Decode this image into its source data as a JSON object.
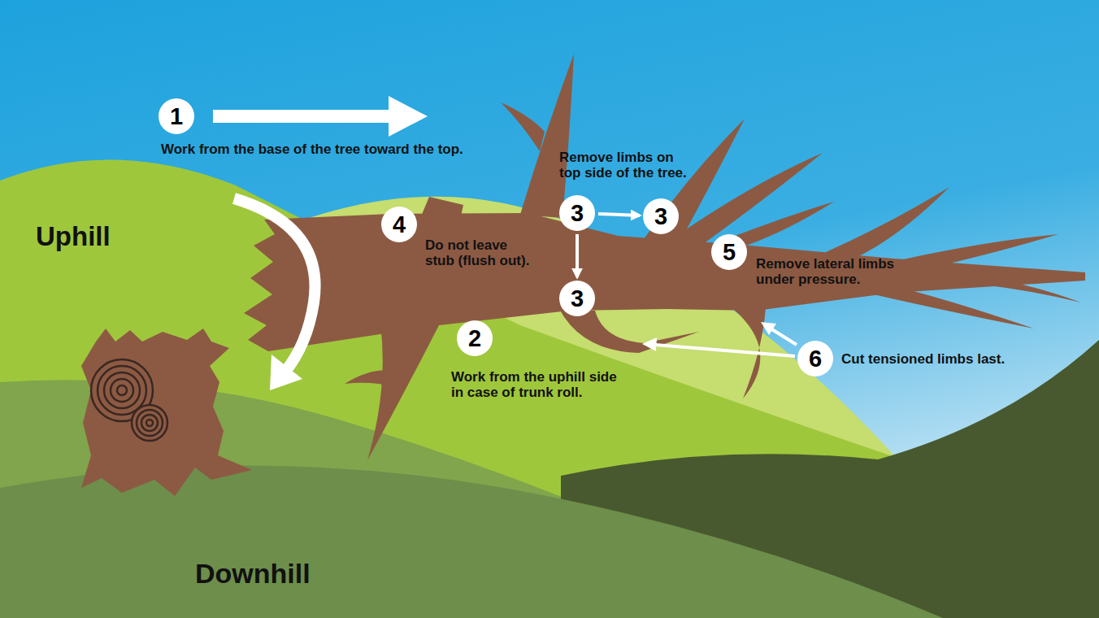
{
  "diagram": {
    "nodes": [
      {
        "text": [
          "1"
        ]
      },
      {
        "text": [
          "3"
        ]
      },
      {
        "text": [
          "3"
        ]
      },
      {
        "text": [
          "4"
        ]
      },
      {
        "text": [
          "3"
        ]
      },
      {
        "text": [
          "5"
        ]
      },
      {
        "text": [
          "2"
        ]
      },
      {
        "text": [
          "6"
        ]
      }
    ],
    "edges": [
      {
        "from": 1,
        "to": 2,
        "arrow": "to"
      },
      {
        "from": 1,
        "to": 4,
        "arrow": "to"
      }
    ],
    "labels": [
      "Work from the base of the tree toward the top.",
      "Uphill",
      "Remove limbs on top side of the tree.",
      "Do not leave stub (flush out).",
      "Remove lateral limbs under pressure.",
      "Work from the uphill side in case of trunk roll.",
      "Cut tensioned limbs last.",
      "Downhill"
    ]
  }
}
